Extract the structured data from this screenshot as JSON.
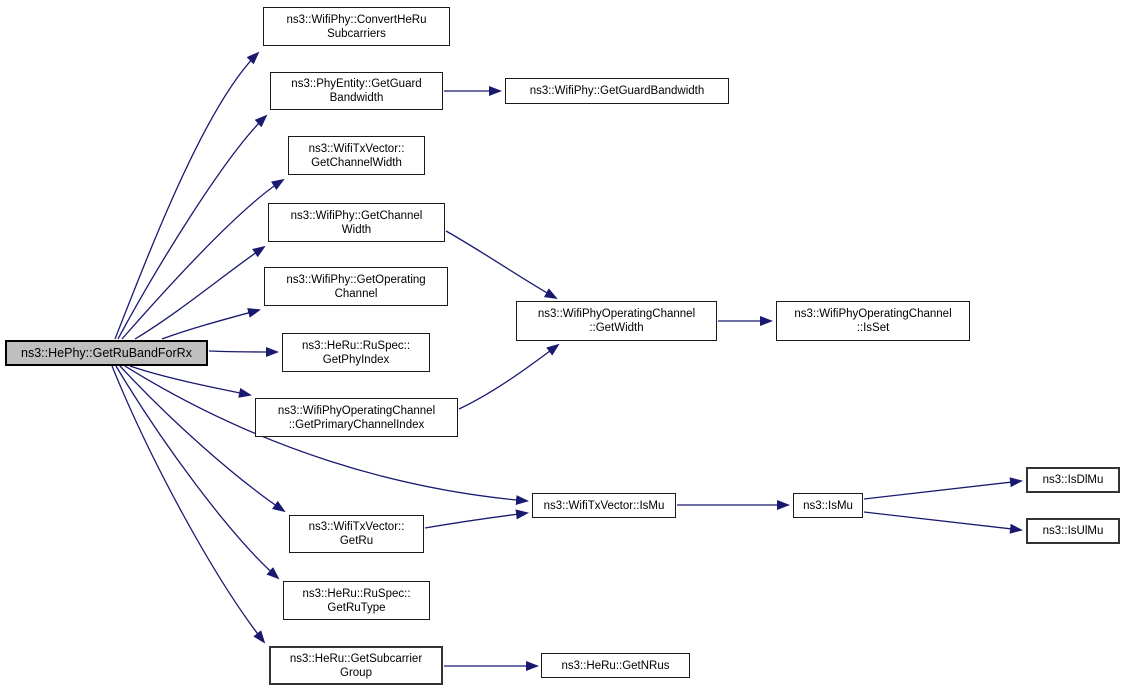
{
  "diagram": {
    "type": "call-graph",
    "root_function": "ns3::HePhy::GetRuBandForRx",
    "colors": {
      "edge": "#191970",
      "node_fill": "#ffffff",
      "node_border": "#1a1a1a",
      "root_fill": "#bfbfbf",
      "text": "#000000",
      "background": "#ffffff"
    },
    "nodes": {
      "getrubandforrx": {
        "label": "ns3::HePhy::GetRuBandForRx"
      },
      "convertherusubcarriers": {
        "label": "ns3::WifiPhy::ConvertHeRu\nSubcarriers"
      },
      "getguardbandwidth_entity": {
        "label": "ns3::PhyEntity::GetGuard\nBandwidth"
      },
      "getguardbandwidth_phy": {
        "label": "ns3::WifiPhy::GetGuardBandwidth"
      },
      "getchannelwidth_txvector": {
        "label": "ns3::WifiTxVector::\nGetChannelWidth"
      },
      "getchannelwidth_phy": {
        "label": "ns3::WifiPhy::GetChannel\nWidth"
      },
      "getoperatingchannel": {
        "label": "ns3::WifiPhy::GetOperating\nChannel"
      },
      "getphyindex": {
        "label": "ns3::HeRu::RuSpec::\nGetPhyIndex"
      },
      "getprimarychannelindex": {
        "label": "ns3::WifiPhyOperatingChannel\n::GetPrimaryChannelIndex"
      },
      "getwidth": {
        "label": "ns3::WifiPhyOperatingChannel\n::GetWidth"
      },
      "isset": {
        "label": "ns3::WifiPhyOperatingChannel\n::IsSet"
      },
      "ismu_txvector": {
        "label": "ns3::WifiTxVector::IsMu"
      },
      "ismu": {
        "label": "ns3::IsMu"
      },
      "isdlmu": {
        "label": "ns3::IsDlMu"
      },
      "isulmu": {
        "label": "ns3::IsUlMu"
      },
      "getru": {
        "label": "ns3::WifiTxVector::\nGetRu"
      },
      "getrutype": {
        "label": "ns3::HeRu::RuSpec::\nGetRuType"
      },
      "getsubcarriergroup": {
        "label": "ns3::HeRu::GetSubcarrier\nGroup"
      },
      "getnrus": {
        "label": "ns3::HeRu::GetNRus"
      }
    },
    "edges": [
      {
        "from": "getrubandforrx",
        "to": "convertherusubcarriers"
      },
      {
        "from": "getrubandforrx",
        "to": "getguardbandwidth_entity"
      },
      {
        "from": "getrubandforrx",
        "to": "getchannelwidth_txvector"
      },
      {
        "from": "getrubandforrx",
        "to": "getchannelwidth_phy"
      },
      {
        "from": "getrubandforrx",
        "to": "getoperatingchannel"
      },
      {
        "from": "getrubandforrx",
        "to": "getphyindex"
      },
      {
        "from": "getrubandforrx",
        "to": "getprimarychannelindex"
      },
      {
        "from": "getrubandforrx",
        "to": "ismu_txvector"
      },
      {
        "from": "getrubandforrx",
        "to": "getru"
      },
      {
        "from": "getrubandforrx",
        "to": "getrutype"
      },
      {
        "from": "getrubandforrx",
        "to": "getsubcarriergroup"
      },
      {
        "from": "getguardbandwidth_entity",
        "to": "getguardbandwidth_phy"
      },
      {
        "from": "getchannelwidth_phy",
        "to": "getwidth"
      },
      {
        "from": "getprimarychannelindex",
        "to": "getwidth"
      },
      {
        "from": "getwidth",
        "to": "isset"
      },
      {
        "from": "getru",
        "to": "ismu_txvector"
      },
      {
        "from": "ismu_txvector",
        "to": "ismu"
      },
      {
        "from": "ismu",
        "to": "isdlmu"
      },
      {
        "from": "ismu",
        "to": "isulmu"
      },
      {
        "from": "getsubcarriergroup",
        "to": "getnrus"
      }
    ]
  }
}
